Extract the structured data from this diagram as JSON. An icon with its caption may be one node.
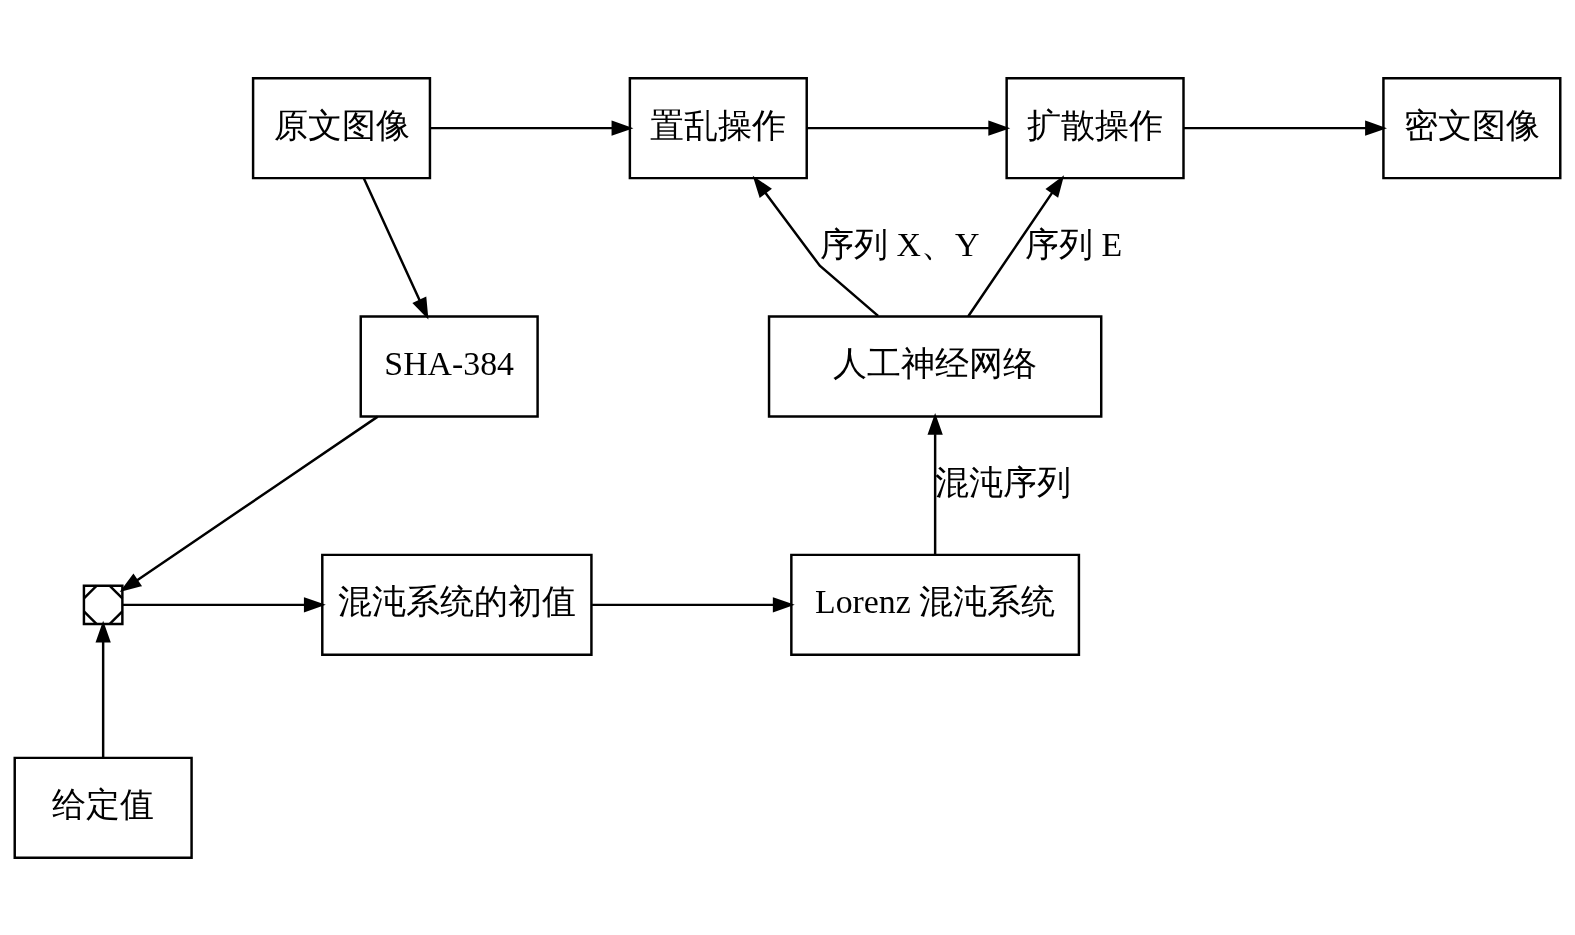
{
  "diagram": {
    "nodes": [
      {
        "text": [
          "原文图像"
        ]
      },
      {
        "text": [
          "置乱操作"
        ]
      },
      {
        "text": [
          "扩散操作"
        ]
      },
      {
        "text": [
          "密文图像"
        ]
      },
      {
        "text": [
          "人工神经网络"
        ]
      },
      {
        "text": [
          "SHA-384"
        ]
      },
      {
        "text": [],
        "shape": "box"
      },
      {
        "text": [
          "混沌系统的初值"
        ]
      },
      {
        "text": [
          "Lorenz 混沌系统"
        ]
      },
      {
        "text": [
          "给定值"
        ]
      }
    ],
    "edges": [
      {
        "from": 0,
        "to": 1,
        "arrow": "to"
      },
      {
        "from": 1,
        "to": 2,
        "arrow": "to"
      },
      {
        "from": 2,
        "to": 3,
        "arrow": "to"
      },
      {
        "from": 0,
        "to": 5,
        "arrow": "to"
      },
      {
        "from": 4,
        "to": 1,
        "arrow": "to",
        "label": "序列 X、Y"
      },
      {
        "from": 4,
        "to": 2,
        "arrow": "to",
        "label": "序列 E"
      },
      {
        "from": 8,
        "to": 4,
        "arrow": "to",
        "label": "混沌序列"
      },
      {
        "from": 5,
        "to": 6,
        "arrow": "to"
      },
      {
        "from": 9,
        "to": 6,
        "arrow": "to"
      },
      {
        "from": 6,
        "to": 7,
        "arrow": "to"
      },
      {
        "from": 7,
        "to": 8,
        "arrow": "to"
      }
    ]
  }
}
